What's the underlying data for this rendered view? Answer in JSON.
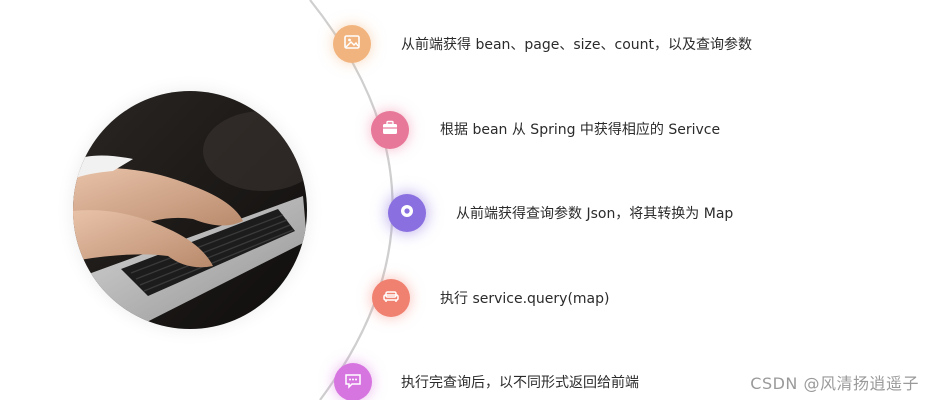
{
  "steps": [
    {
      "text": "从前端获得 bean、page、size、count，以及查询参数",
      "icon": "image-icon",
      "color": "#f2b47e"
    },
    {
      "text": "根据 bean 从 Spring 中获得相应的 Serivce",
      "icon": "briefcase-icon",
      "color": "#e8789a"
    },
    {
      "text": "从前端获得查询参数 Json，将其转换为 Map",
      "icon": "location-pin-icon",
      "color": "#8a6fe0"
    },
    {
      "text": "执行 service.query(map)",
      "icon": "sofa-icon",
      "color": "#f08070"
    },
    {
      "text": "执行完查询后，以不同形式返回给前端",
      "icon": "chat-bubble-icon",
      "color": "#d775e0"
    }
  ],
  "watermark": "CSDN @风清扬逍遥子"
}
